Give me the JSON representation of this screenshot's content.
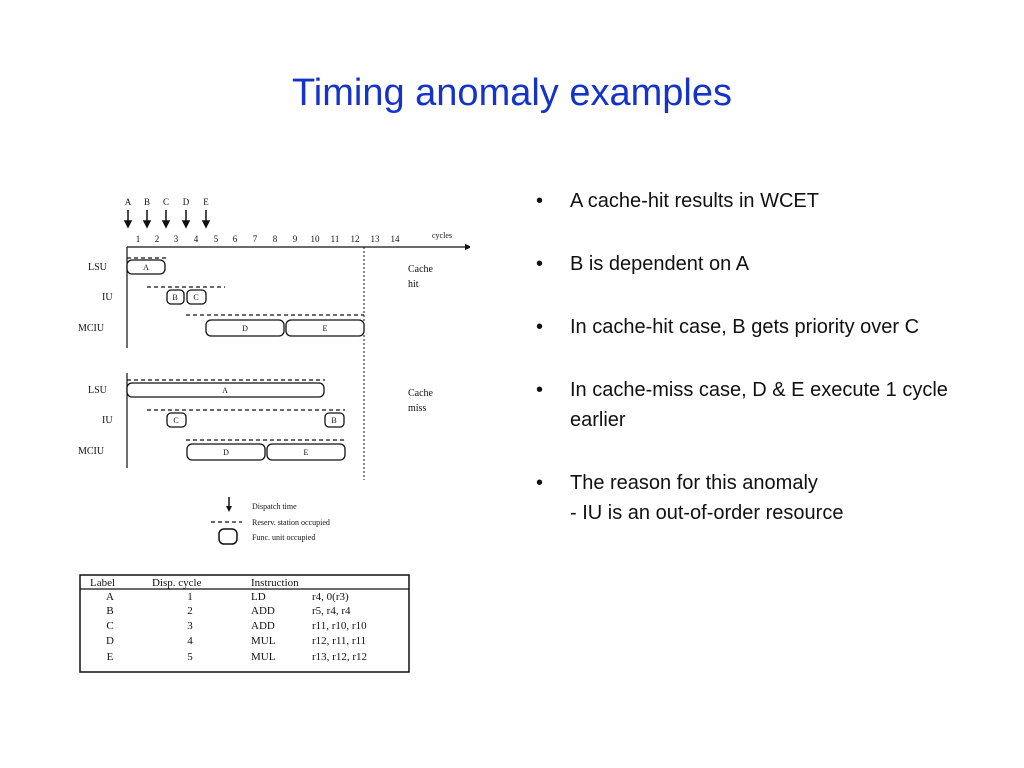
{
  "title": "Timing anomaly examples",
  "bullets": [
    {
      "text": "A cache-hit results in WCET",
      "sub": ""
    },
    {
      "text": "B is dependent on A",
      "sub": ""
    },
    {
      "text": "In cache-hit case, B gets priority over C",
      "sub": ""
    },
    {
      "text": "In cache-miss case, D & E execute 1 cycle earlier",
      "sub": ""
    },
    {
      "text": "The reason for this anomaly",
      "sub": "- IU is an out-of-order resource"
    }
  ],
  "bullet_glyph": "•",
  "diagram": {
    "dispatch_labels": [
      "A",
      "B",
      "C",
      "D",
      "E"
    ],
    "cycle_numbers": [
      "1",
      "2",
      "3",
      "4",
      "5",
      "6",
      "7",
      "8",
      "9",
      "10",
      "11",
      "12",
      "13",
      "14"
    ],
    "cycles_label": "cycles",
    "rows": [
      "LSU",
      "IU",
      "MCIU"
    ],
    "case_hit_label": [
      "Cache",
      "hit"
    ],
    "case_miss_label": [
      "Cache",
      "miss"
    ],
    "hit_boxes": {
      "lsu": "A",
      "iu1": "B",
      "iu2": "C",
      "mciu1": "D",
      "mciu2": "E"
    },
    "miss_boxes": {
      "lsu": "A",
      "iu1": "C",
      "iu2": "B",
      "mciu1": "D",
      "mciu2": "E"
    },
    "legend": [
      "Dispatch time",
      "Reserv. station occupied",
      "Func. unit occupied"
    ]
  },
  "table": {
    "headers": [
      "Label",
      "Disp. cycle",
      "Instruction"
    ],
    "rows": [
      [
        "A",
        "1",
        "LD",
        "r4, 0(r3)"
      ],
      [
        "B",
        "2",
        "ADD",
        "r5, r4, r4"
      ],
      [
        "C",
        "3",
        "ADD",
        "r11, r10, r10"
      ],
      [
        "D",
        "4",
        "MUL",
        "r12, r11, r11"
      ],
      [
        "E",
        "5",
        "MUL",
        "r13, r12, r12"
      ]
    ]
  }
}
